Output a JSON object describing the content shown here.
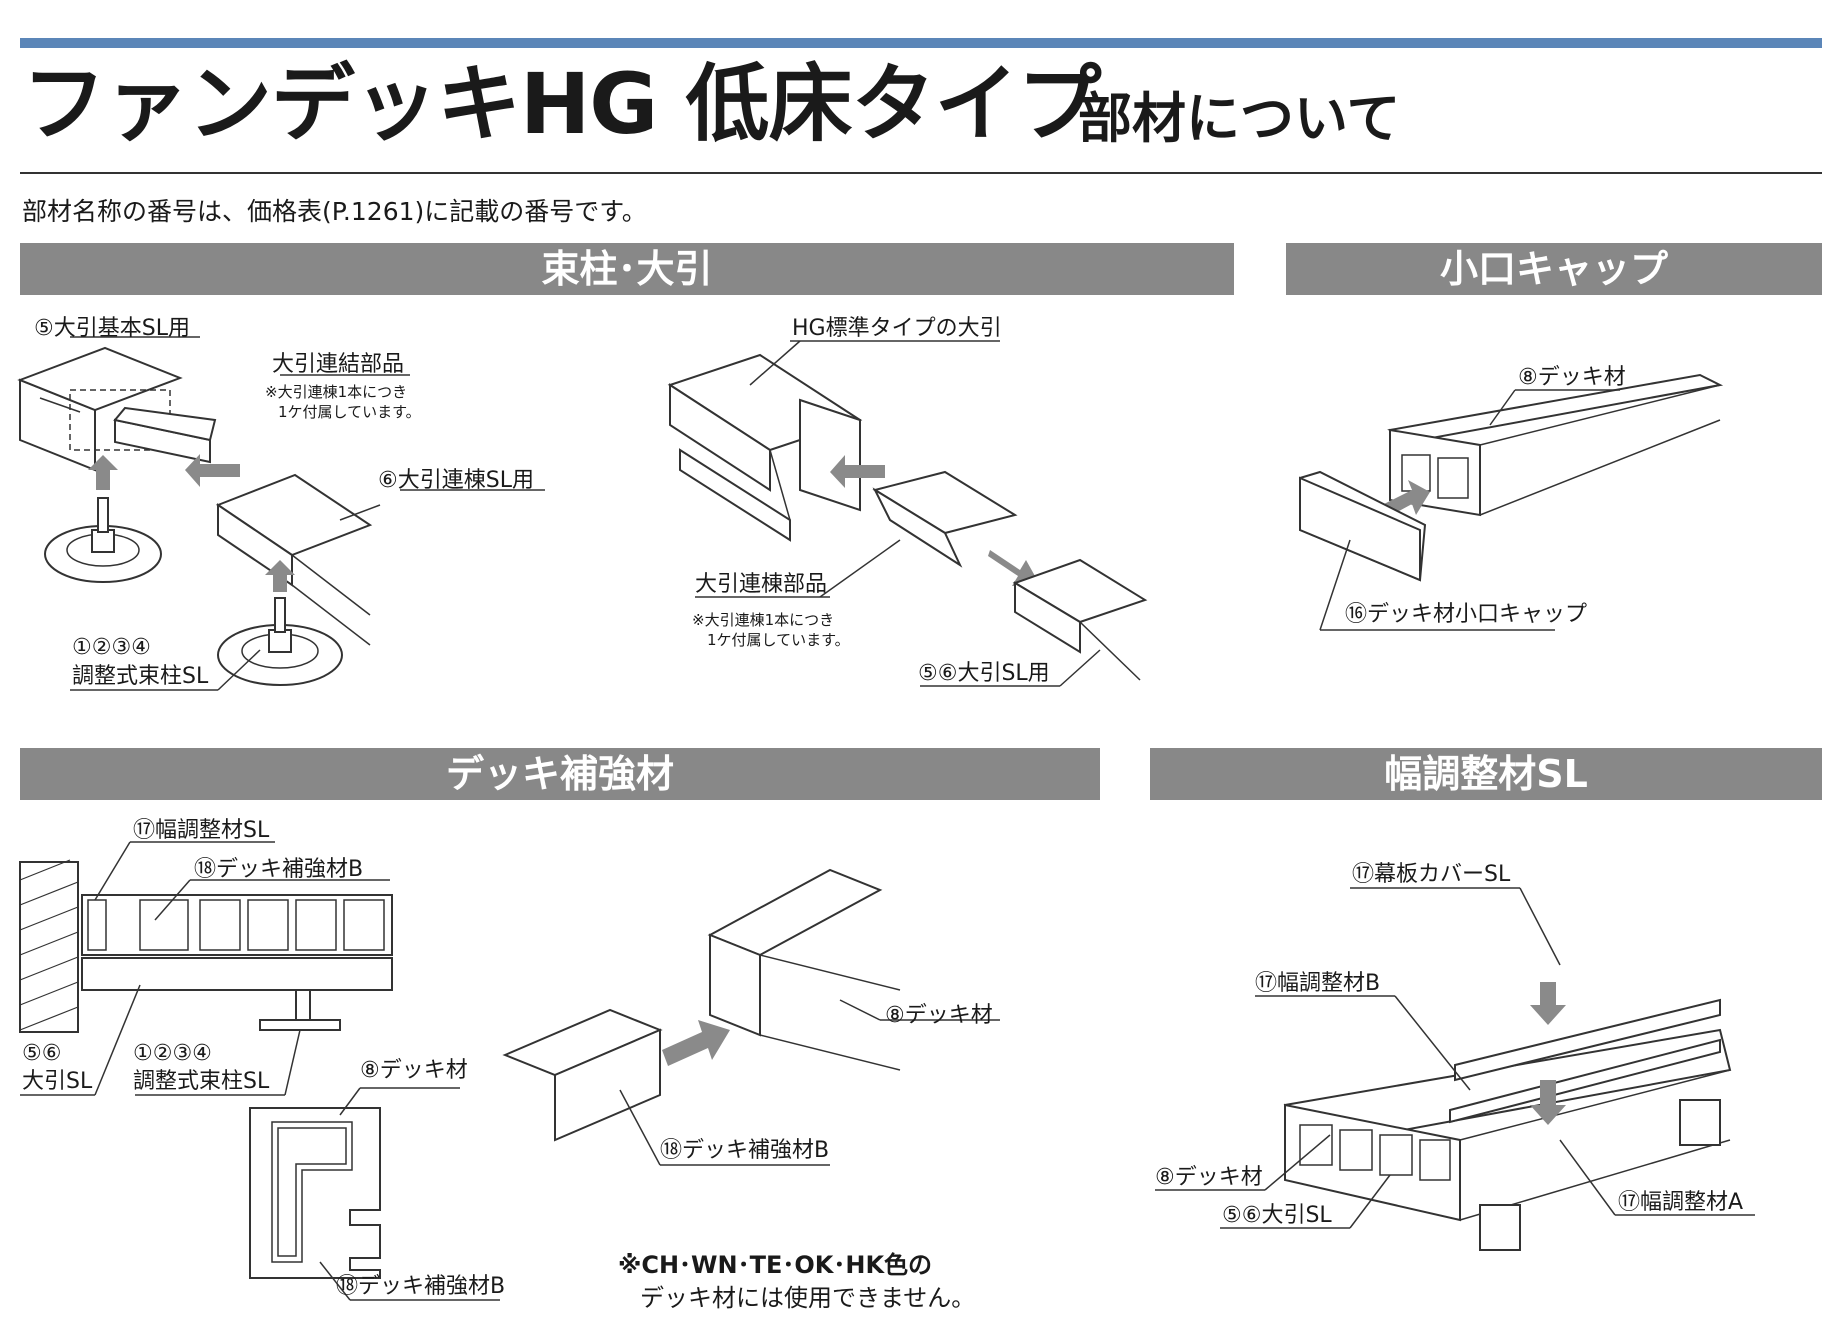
{
  "title": "ファンデッキHG 低床タイプ",
  "subtitle": "部材について",
  "note": "部材名称の番号は、価格表(P.1261)に記載の番号です。",
  "sections": {
    "tsuka": "束柱･大引",
    "koguchi": "小口キャップ",
    "hokyo": "デッキ補強材",
    "haba": "幅調整材SL"
  },
  "labels": {
    "l1": "⑤大引基本SL用",
    "l2": "大引連結部品",
    "l2_note1": "※大引連棟1本につき",
    "l2_note2": "1ケ付属しています。",
    "l3": "⑥大引連棟SL用",
    "l4a": "①②③④",
    "l4b": "調整式束柱SL",
    "l5": "HG標準タイプの大引",
    "l6": "大引連棟部品",
    "l6_note1": "※大引連棟1本につき",
    "l6_note2": "1ケ付属しています。",
    "l7": "⑤⑥大引SL用",
    "l8": "⑧デッキ材",
    "l9": "⑯デッキ材小口キャップ",
    "l10": "⑰幅調整材SL",
    "l11": "⑱デッキ補強材B",
    "l12a": "⑤⑥",
    "l12b": "大引SL",
    "l13a": "①②③④",
    "l13b": "調整式束柱SL",
    "l14": "⑧デッキ材",
    "l15": "⑱デッキ補強材B",
    "l16": "⑧デッキ材",
    "l17": "⑱デッキ補強材B",
    "warn1": "※CH･WN･TE･OK･HK色の",
    "warn2": "デッキ材には使用できません。",
    "l18": "⑰幕板カバーSL",
    "l19": "⑰幅調整材B",
    "l20": "⑧デッキ材",
    "l21": "⑤⑥大引SL",
    "l22": "⑰幅調整材A"
  }
}
